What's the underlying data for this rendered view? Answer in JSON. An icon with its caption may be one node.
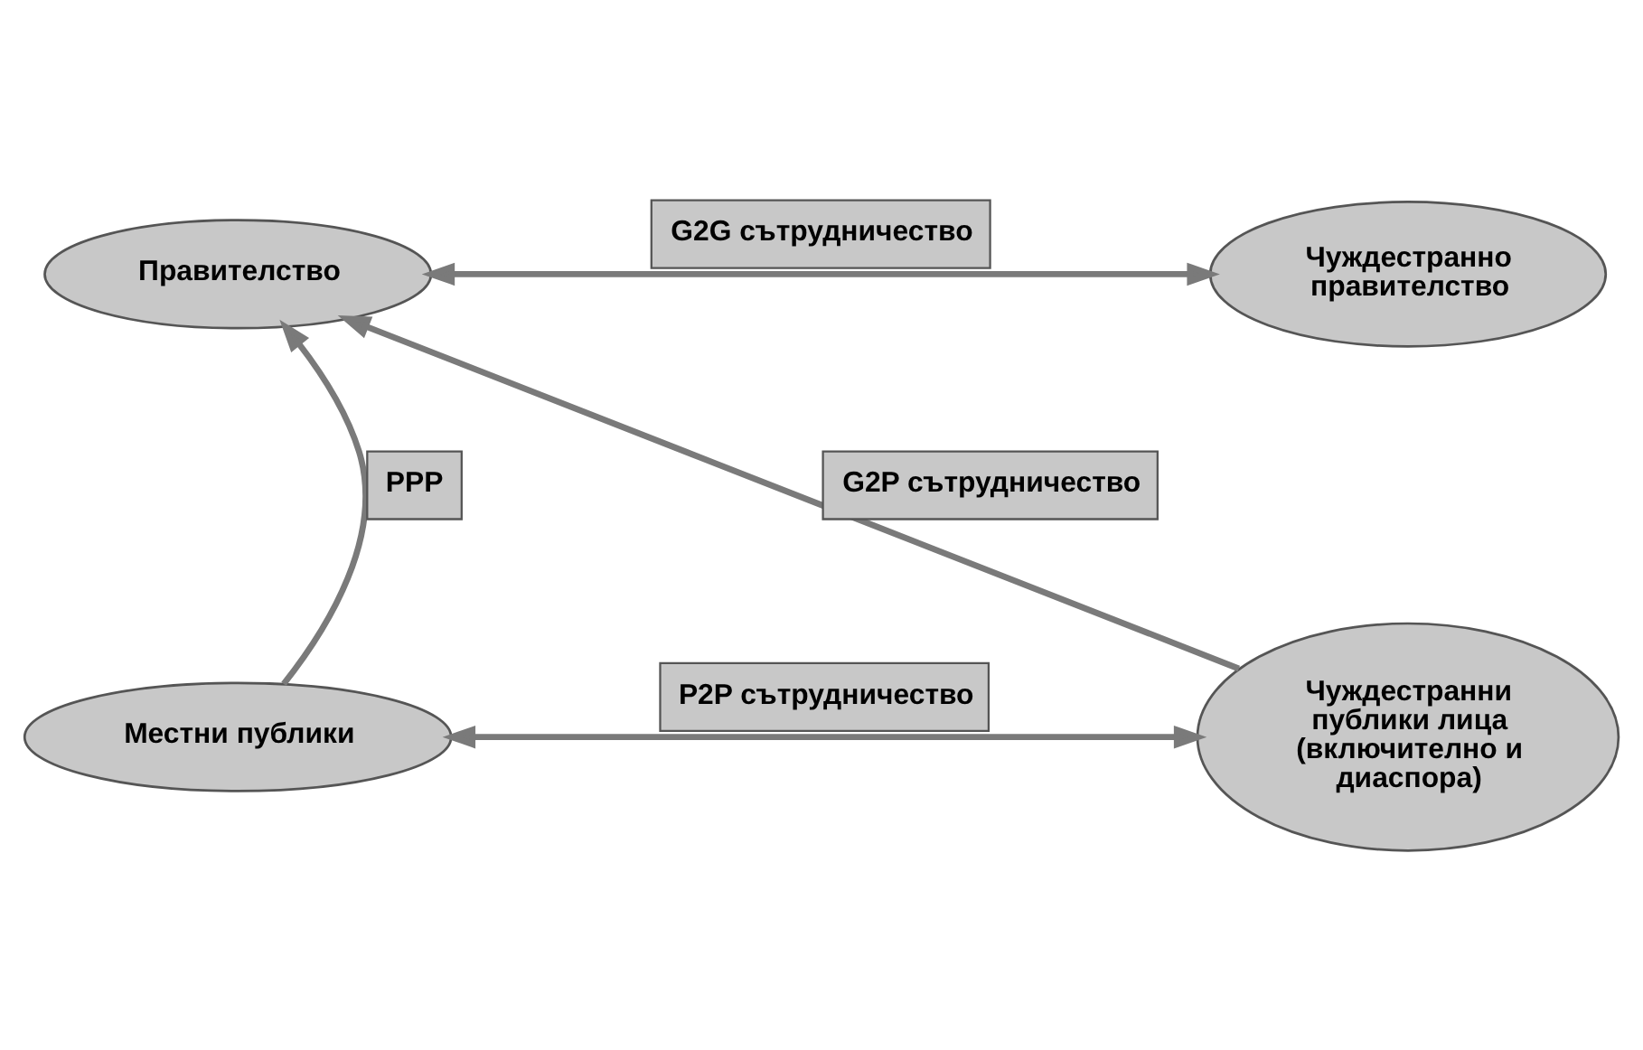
{
  "diagram": {
    "nodes": [
      {
        "text": [
          "Правителство"
        ]
      },
      {
        "text": [
          "Чуждестранно правителство"
        ]
      },
      {
        "text": [
          "Местни публики"
        ]
      },
      {
        "text": [
          "Чуждестранни публики лица (включително и диаспора)"
        ]
      }
    ],
    "edges": [
      {
        "from": 0,
        "to": 1,
        "arrow": "both",
        "label": "G2G сътрудничество"
      },
      {
        "from": 3,
        "to": 0,
        "arrow": "to",
        "label": "G2P сътрудничество"
      },
      {
        "from": 2,
        "to": 0,
        "arrow": "to",
        "label": "PPP"
      },
      {
        "from": 2,
        "to": 3,
        "arrow": "both",
        "label": "P2P сътрудничество"
      }
    ]
  }
}
